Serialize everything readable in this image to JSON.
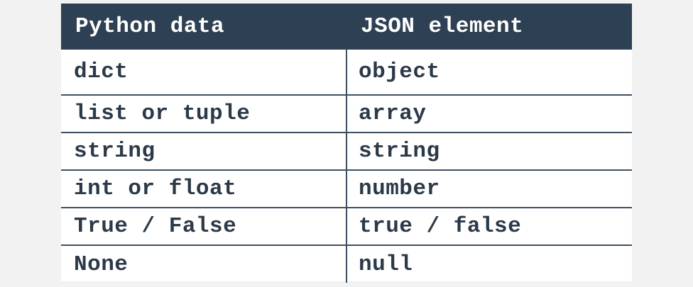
{
  "table": {
    "headers": [
      "Python data",
      "JSON element"
    ],
    "rows": [
      [
        "dict",
        "object"
      ],
      [
        "list or tuple",
        "array"
      ],
      [
        "string",
        "string"
      ],
      [
        "int or float",
        "number"
      ],
      [
        "True / False",
        "true / false"
      ],
      [
        "None",
        "null"
      ]
    ]
  },
  "colors": {
    "header_background": "#2e4053",
    "header_text": "#ffffff",
    "body_text": "#2b3948",
    "border": "#3e4f60",
    "page_background": "#f2f2f2"
  }
}
